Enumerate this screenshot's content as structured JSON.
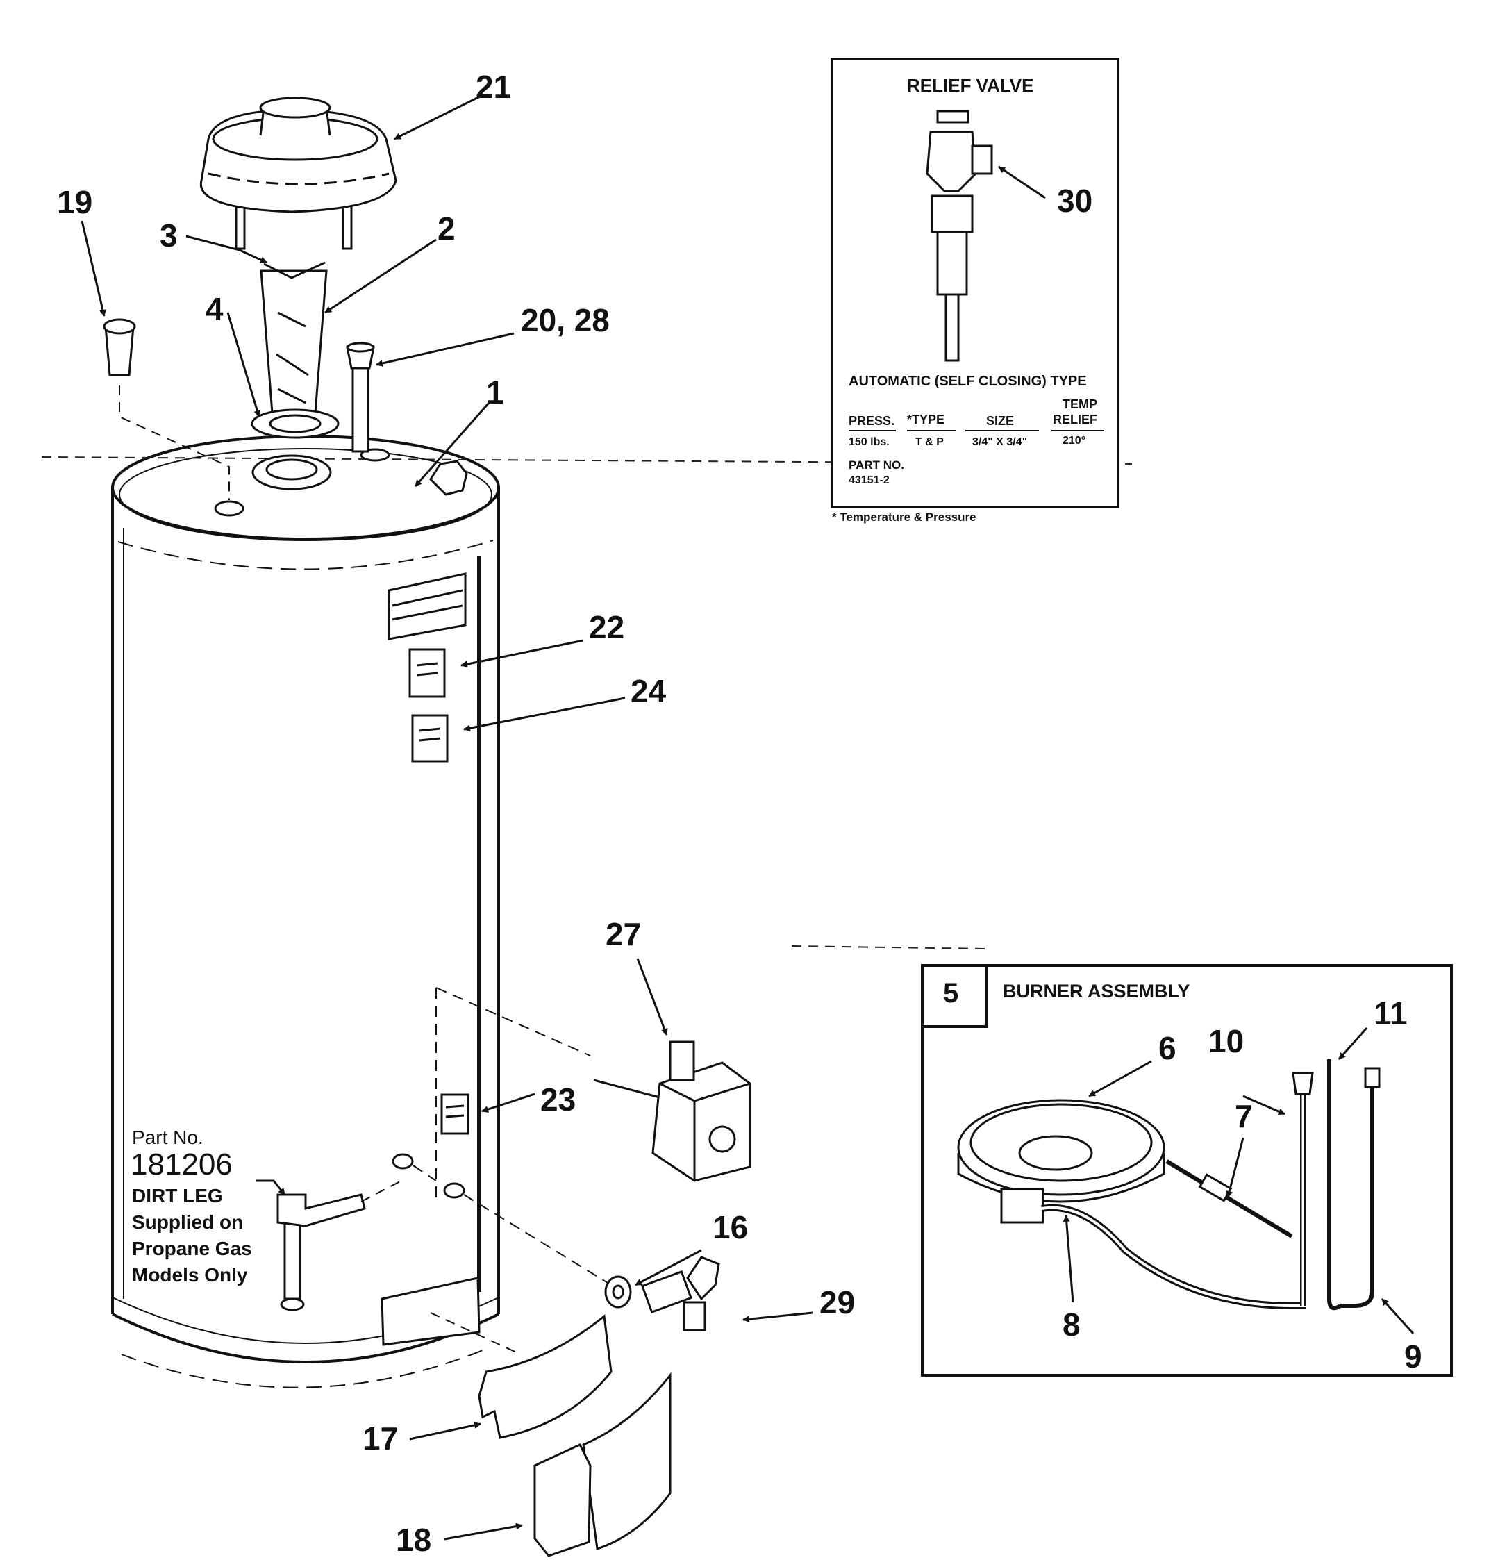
{
  "callouts": {
    "c1": "1",
    "c2": "2",
    "c3": "3",
    "c4": "4",
    "c6": "6",
    "c7": "7",
    "c8": "8",
    "c9": "9",
    "c10": "10",
    "c11": "11",
    "c16": "16",
    "c17": "17",
    "c18": "18",
    "c19": "19",
    "c20_28": "20, 28",
    "c21": "21",
    "c22": "22",
    "c23": "23",
    "c24": "24",
    "c27": "27",
    "c29": "29",
    "c30": "30"
  },
  "relief_valve": {
    "title": "RELIEF VALVE",
    "type_label": "AUTOMATIC (SELF CLOSING) TYPE",
    "headers": {
      "press": "PRESS.",
      "type": "*TYPE",
      "size": "SIZE",
      "temp_line1": "TEMP",
      "temp_line2": "RELIEF"
    },
    "values": {
      "press": "150 lbs.",
      "type": "T & P",
      "size": "3/4\" X 3/4\"",
      "temp": "210°"
    },
    "part_label": "PART NO.",
    "part_number": "43151-2",
    "footnote": "* Temperature & Pressure"
  },
  "burner_assembly": {
    "number": "5",
    "title": "BURNER ASSEMBLY"
  },
  "dirt_leg": {
    "line1": "Part No.",
    "part_number": "181206",
    "line2": "DIRT LEG",
    "line3": "Supplied on",
    "line4": "Propane Gas",
    "line5": "Models Only"
  }
}
